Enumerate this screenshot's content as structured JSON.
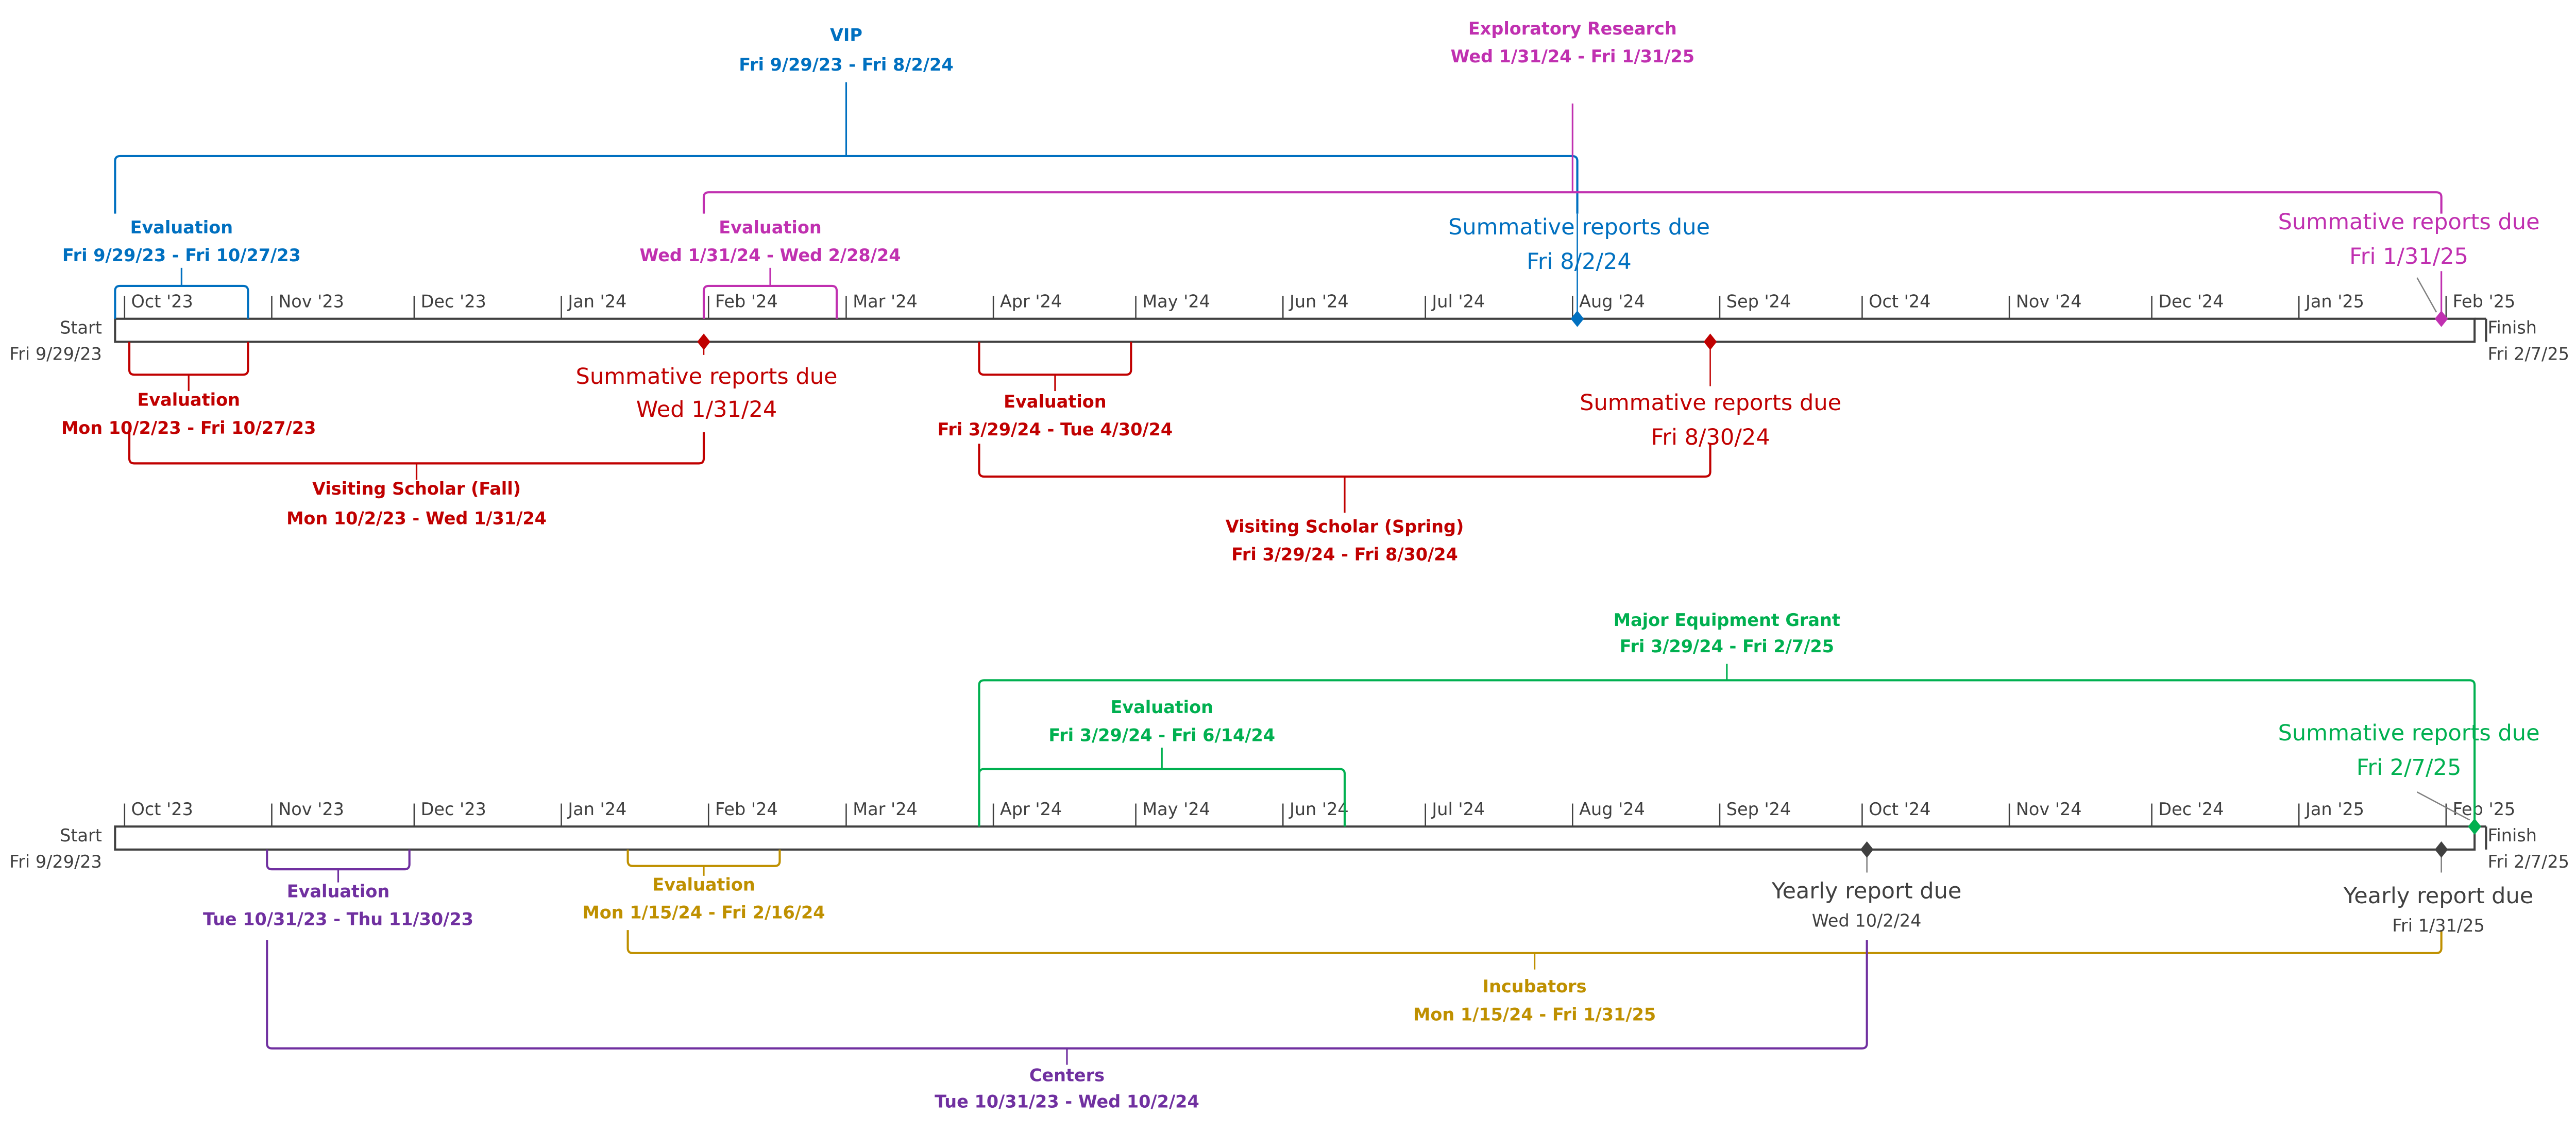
{
  "colors": {
    "axis": "#404040",
    "blue": "#0070c0",
    "magenta": "#c030b0",
    "red": "#c00000",
    "green": "#00b050",
    "purple": "#7030a0",
    "gold": "#bf9000",
    "dark": "#404040",
    "leader": "#808080"
  },
  "timelines": [
    {
      "start_label": "Start",
      "start_date": "Fri 9/29/23",
      "finish_label": "Finish",
      "finish_date": "Fri 2/7/25",
      "months": [
        "Oct '23",
        "Nov '23",
        "Dec '23",
        "Jan '24",
        "Feb '24",
        "Mar '24",
        "Apr '24",
        "May '24",
        "Jun '24",
        "Jul '24",
        "Aug '24",
        "Sep '24",
        "Oct '24",
        "Nov '24",
        "Dec '24",
        "Jan '25",
        "Feb '25"
      ],
      "tasks": [
        {
          "name": "VIP",
          "dates": "Fri 9/29/23 - Fri 8/2/24",
          "color": "blue"
        },
        {
          "name": "Exploratory Research",
          "dates": "Wed 1/31/24 - Fri 1/31/25",
          "color": "magenta"
        },
        {
          "name": "Evaluation",
          "dates": "Fri 9/29/23 - Fri 10/27/23",
          "color": "blue"
        },
        {
          "name": "Evaluation",
          "dates": "Wed 1/31/24 - Wed 2/28/24",
          "color": "magenta"
        },
        {
          "name": "Evaluation",
          "dates": "Mon 10/2/23 - Fri 10/27/23",
          "color": "red"
        },
        {
          "name": "Visiting Scholar (Fall)",
          "dates": "Mon 10/2/23 - Wed 1/31/24",
          "color": "red"
        },
        {
          "name": "Evaluation",
          "dates": "Fri 3/29/24 - Tue 4/30/24",
          "color": "red"
        },
        {
          "name": "Visiting Scholar (Spring)",
          "dates": "Fri 3/29/24 - Fri 8/30/24",
          "color": "red"
        }
      ],
      "milestones": [
        {
          "name": "Summative reports due",
          "date": "Fri 8/2/24",
          "color": "blue"
        },
        {
          "name": "Summative reports due",
          "date": "Fri 1/31/25",
          "color": "magenta"
        },
        {
          "name": "Summative reports due",
          "date": "Wed 1/31/24",
          "color": "red"
        },
        {
          "name": "Summative reports due",
          "date": "Fri 8/30/24",
          "color": "red"
        }
      ]
    },
    {
      "start_label": "Start",
      "start_date": "Fri 9/29/23",
      "finish_label": "Finish",
      "finish_date": "Fri 2/7/25",
      "months": [
        "Oct '23",
        "Nov '23",
        "Dec '23",
        "Jan '24",
        "Feb '24",
        "Mar '24",
        "Apr '24",
        "May '24",
        "Jun '24",
        "Jul '24",
        "Aug '24",
        "Sep '24",
        "Oct '24",
        "Nov '24",
        "Dec '24",
        "Jan '25",
        "Feb '25"
      ],
      "tasks": [
        {
          "name": "Major Equipment Grant",
          "dates": "Fri 3/29/24 - Fri 2/7/25",
          "color": "green"
        },
        {
          "name": "Evaluation",
          "dates": "Fri 3/29/24 - Fri 6/14/24",
          "color": "green"
        },
        {
          "name": "Evaluation",
          "dates": "Tue 10/31/23 - Thu 11/30/23",
          "color": "purple"
        },
        {
          "name": "Evaluation",
          "dates": "Mon 1/15/24 - Fri 2/16/24",
          "color": "gold"
        },
        {
          "name": "Incubators",
          "dates": "Mon 1/15/24 - Fri 1/31/25",
          "color": "gold"
        },
        {
          "name": "Centers",
          "dates": "Tue 10/31/23 - Wed 10/2/24",
          "color": "purple"
        }
      ],
      "milestones": [
        {
          "name": "Summative reports due",
          "date": "Fri 2/7/25",
          "color": "green"
        },
        {
          "name": "Yearly report due",
          "date": "Wed 10/2/24",
          "color": "dark"
        },
        {
          "name": "Yearly report due",
          "date": "Fri 1/31/25",
          "color": "dark"
        }
      ]
    }
  ]
}
